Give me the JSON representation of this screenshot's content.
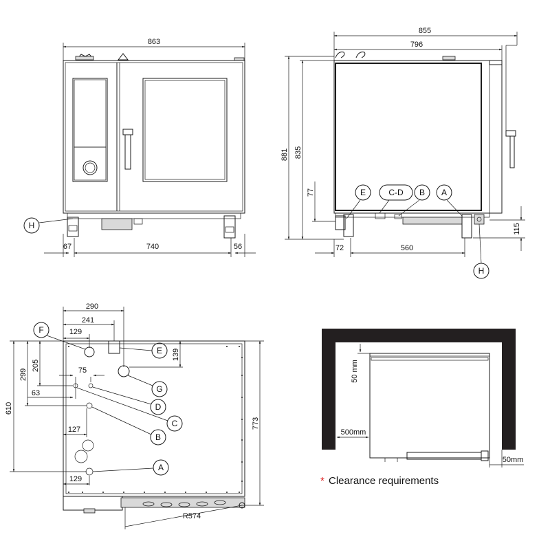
{
  "front_view": {
    "overall_width": "863",
    "left_offset": "67",
    "feet_span": "740",
    "right_offset": "56",
    "callout": "H"
  },
  "side_view": {
    "overall_depth": "855",
    "body_depth": "796",
    "overall_height": "881",
    "body_height": "835",
    "connection_height": "77",
    "foot_height": "115",
    "front_offset": "72",
    "feet_span": "560",
    "callouts": [
      "E",
      "C-D",
      "B",
      "A",
      "H"
    ]
  },
  "top_view": {
    "dim_290": "290",
    "dim_241": "241",
    "dim_129_top": "129",
    "dim_205": "205",
    "dim_299": "299",
    "dim_75": "75",
    "dim_63": "63",
    "dim_139": "139",
    "dim_610": "610",
    "dim_127": "127",
    "dim_129_bottom": "129",
    "dim_773": "773",
    "door_radius": "R574",
    "callouts": [
      "F",
      "E",
      "G",
      "D",
      "C",
      "B",
      "A"
    ]
  },
  "clearance": {
    "top_gap": "50 mm",
    "left_gap": "500mm",
    "right_gap": "50mm",
    "note_star": "*",
    "note": "Clearance requirements"
  },
  "colors": {
    "line": "#1a1a1a",
    "wall": "#231f20",
    "star": "#dd2222"
  }
}
